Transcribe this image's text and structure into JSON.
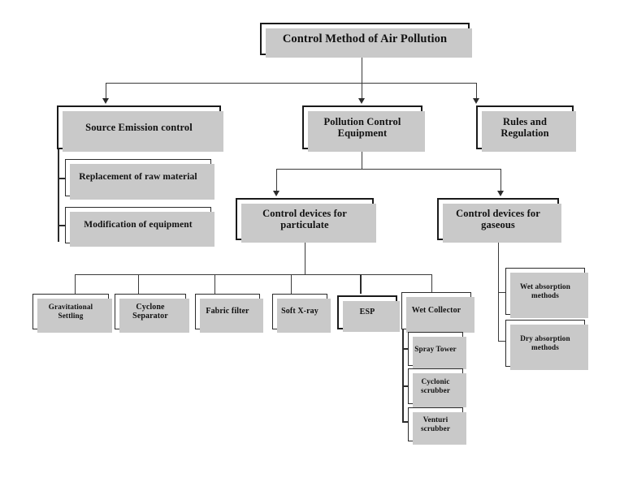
{
  "diagram": {
    "title": "Control Method of Air Pollution",
    "type": "flowchart",
    "root": {
      "label": "Control Method of Air Pollution"
    },
    "level2": [
      {
        "label": "Source Emission control"
      },
      {
        "label": "Pollution Control Equipment"
      },
      {
        "label": "Rules and Regulation"
      }
    ],
    "source_emission_children": [
      {
        "label": "Replacement of raw material"
      },
      {
        "label": "Modification of equipment"
      }
    ],
    "equipment_children": [
      {
        "label": "Control devices for particulate"
      },
      {
        "label": "Control devices for gaseous"
      }
    ],
    "particulate_devices": [
      {
        "label": "Gravitational Settling"
      },
      {
        "label": "Cyclone Separator"
      },
      {
        "label": "Fabric filter"
      },
      {
        "label": "Soft X-ray"
      },
      {
        "label": "ESP"
      },
      {
        "label": "Wet Collector"
      }
    ],
    "wet_collector_children": [
      {
        "label": "Spray Tower"
      },
      {
        "label": "Cyclonic scrubber"
      },
      {
        "label": "Venturi scrubber"
      }
    ],
    "gaseous_devices": [
      {
        "label": "Wet absorption methods"
      },
      {
        "label": "Dry absorption methods"
      }
    ],
    "colors": {
      "box_border": "#2b2b2b",
      "box_fill": "#ffffff",
      "shadow": "#c9c9c9",
      "line": "#3a3a3a",
      "text": "#111111",
      "background": "#ffffff"
    }
  }
}
